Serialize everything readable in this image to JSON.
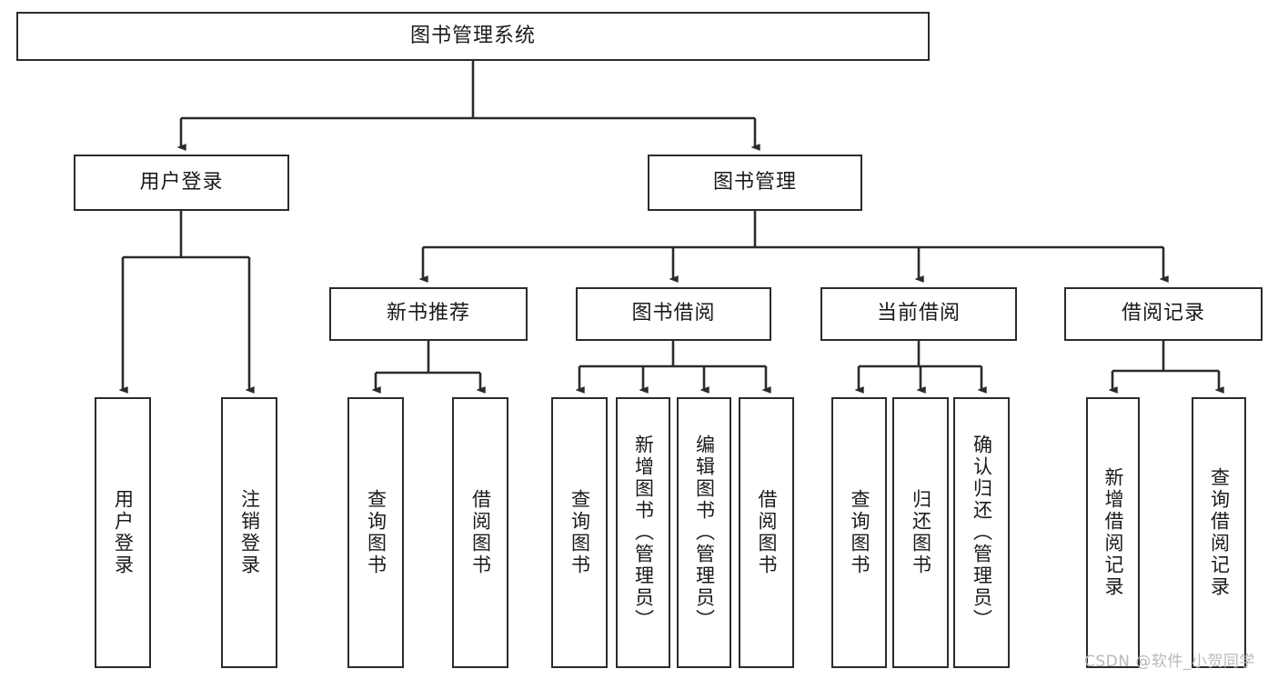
{
  "diagram": {
    "title": "图书管理系统",
    "type": "tree-hierarchy-chart",
    "watermark": "CSDN @软件_小贺同学",
    "colors": {
      "stroke": "#2b2b2b",
      "fill": "#ffffff",
      "text": "#1a1a1a",
      "watermark": "#b9b9b9"
    },
    "nodes": {
      "root": {
        "label": "图书管理系统"
      },
      "level2": [
        {
          "id": "user-login",
          "label": "用户登录"
        },
        {
          "id": "book-manage",
          "label": "图书管理"
        }
      ],
      "level3": [
        {
          "id": "new-book-recommend",
          "label": "新书推荐"
        },
        {
          "id": "book-borrow",
          "label": "图书借阅"
        },
        {
          "id": "current-borrow",
          "label": "当前借阅"
        },
        {
          "id": "borrow-record",
          "label": "借阅记录"
        }
      ],
      "leaves": {
        "user_login": [
          {
            "id": "leaf-user-login",
            "label": "用户登录"
          },
          {
            "id": "leaf-logout",
            "label": "注销登录"
          }
        ],
        "new_book_recommend": [
          {
            "id": "leaf-query-book-1",
            "label": "查询图书"
          },
          {
            "id": "leaf-borrow-book-1",
            "label": "借阅图书"
          }
        ],
        "book_borrow": [
          {
            "id": "leaf-query-book-2",
            "label": "查询图书"
          },
          {
            "id": "leaf-add-book",
            "label": "新增图书（管理员）"
          },
          {
            "id": "leaf-edit-book",
            "label": "编辑图书（管理员）"
          },
          {
            "id": "leaf-borrow-book-2",
            "label": "借阅图书"
          }
        ],
        "current_borrow": [
          {
            "id": "leaf-query-book-3",
            "label": "查询图书"
          },
          {
            "id": "leaf-return-book",
            "label": "归还图书"
          },
          {
            "id": "leaf-confirm-return",
            "label": "确认归还（管理员）"
          }
        ],
        "borrow_record": [
          {
            "id": "leaf-add-record",
            "label": "新增借阅记录"
          },
          {
            "id": "leaf-query-record",
            "label": "查询借阅记录"
          }
        ]
      }
    }
  }
}
